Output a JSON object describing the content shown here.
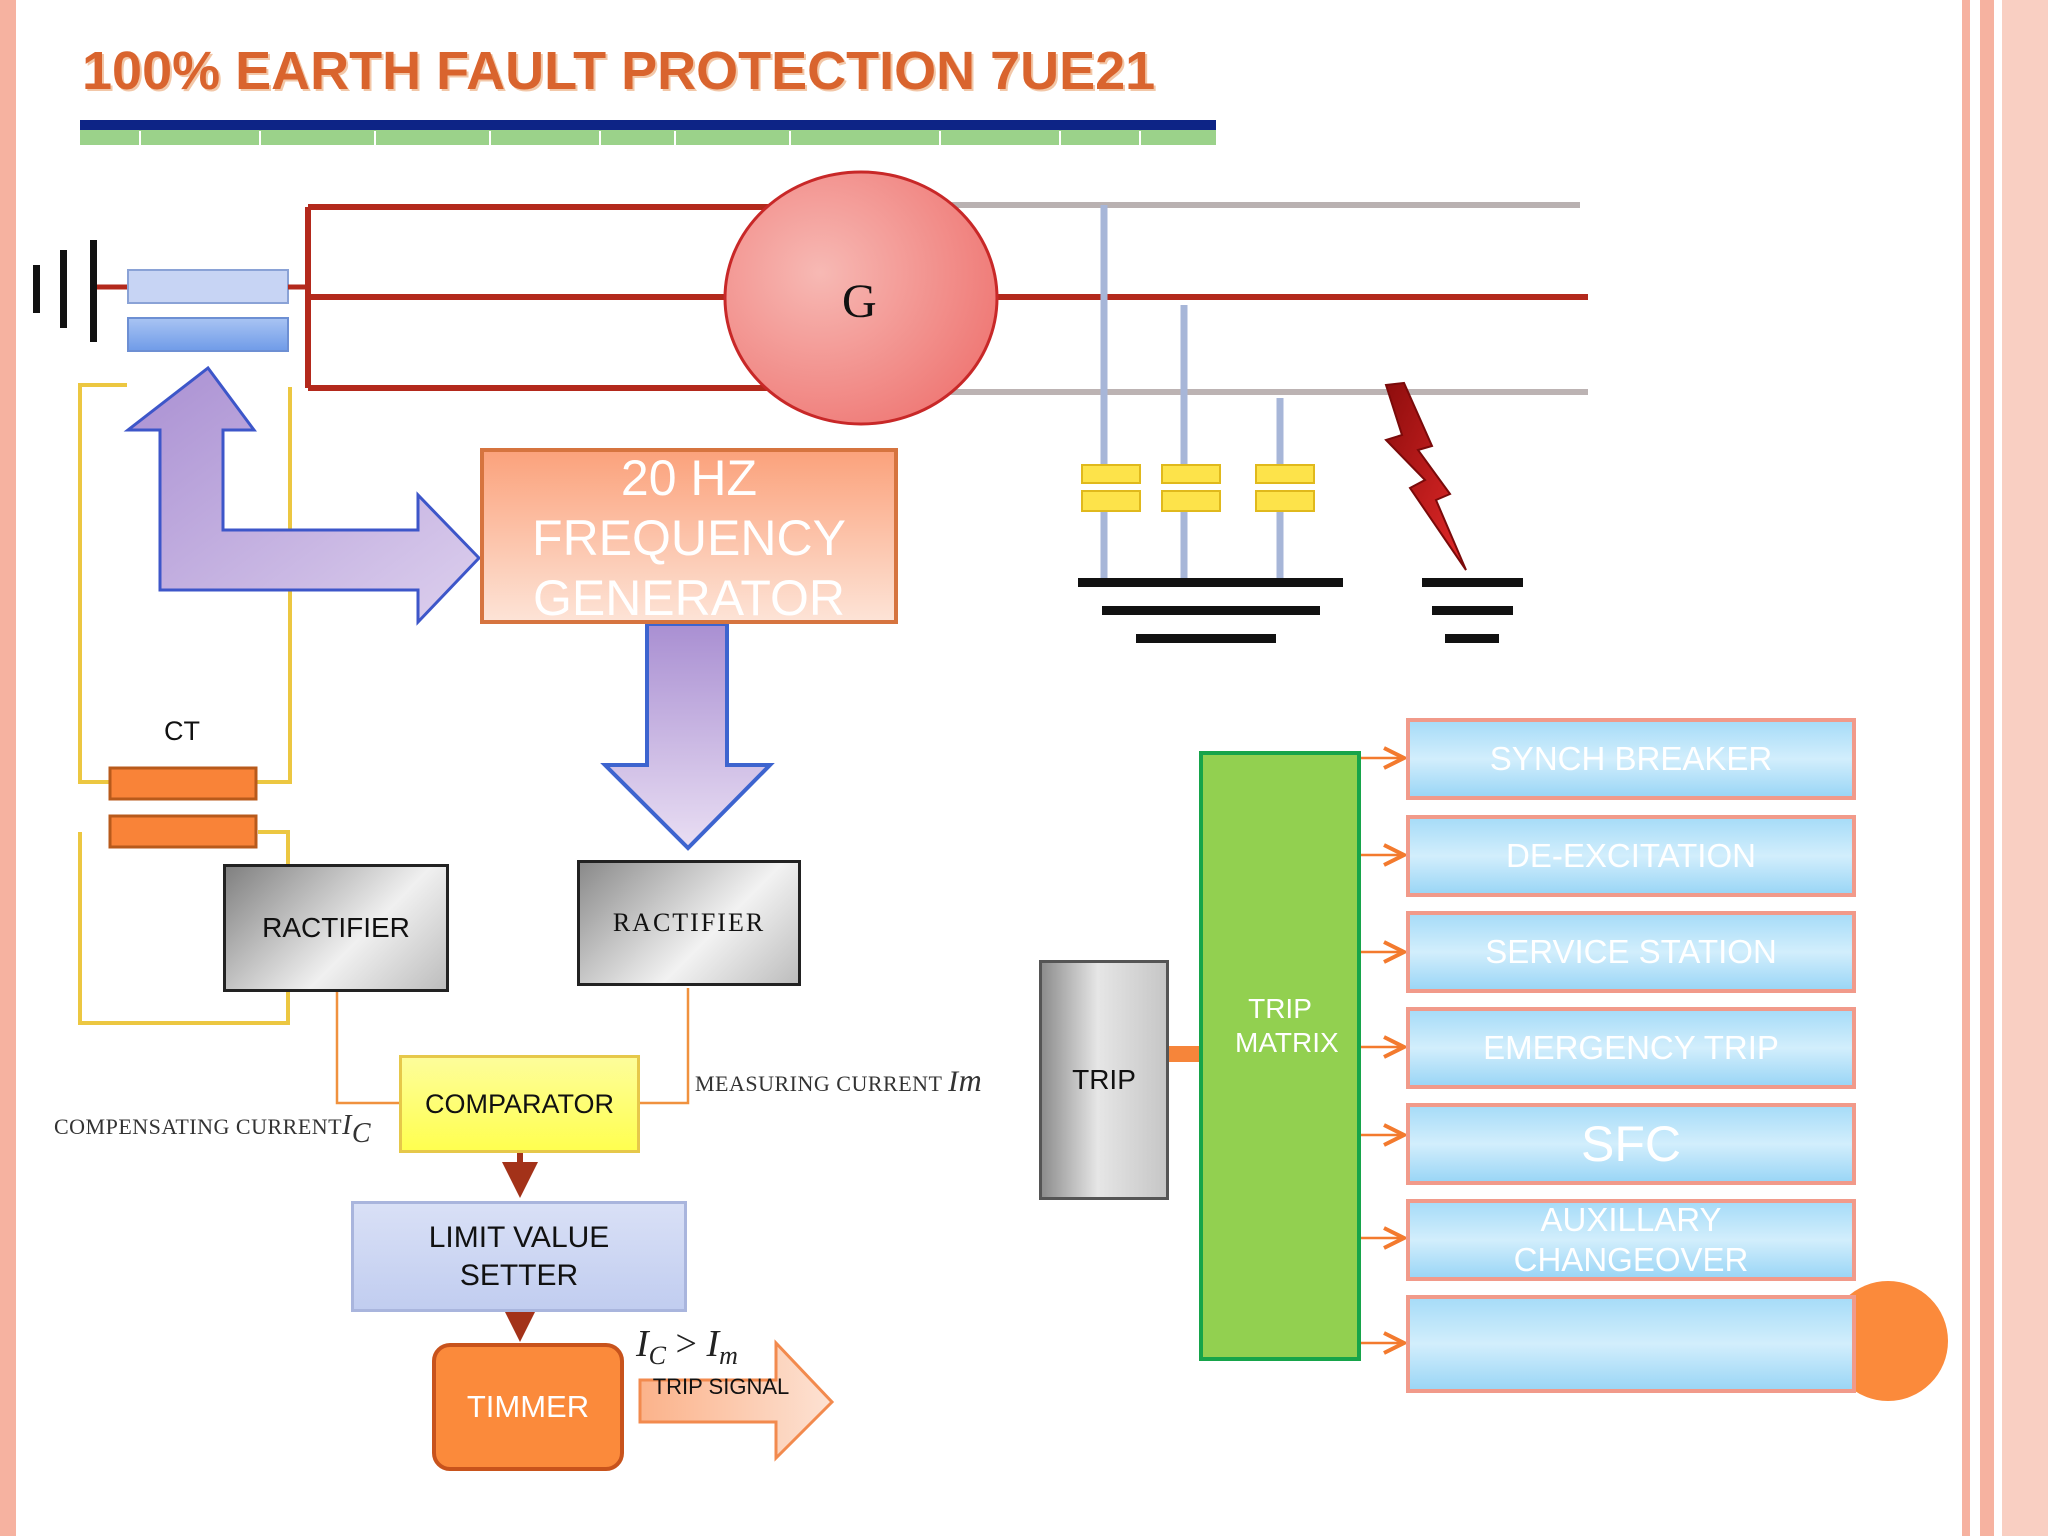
{
  "title": "100% EARTH FAULT PROTECTION 7UE21",
  "generator": {
    "label": "G"
  },
  "frequency_generator": {
    "label": "20 HZ FREQUENCY GENERATOR"
  },
  "ct": {
    "label": "CT"
  },
  "rectifier_left": {
    "label": "RACTIFIER"
  },
  "rectifier_right": {
    "label": "RACTIFIER"
  },
  "comparator": {
    "label": "COMPARATOR"
  },
  "measuring_current": {
    "label": "MEASURING CURRENT",
    "symbol": "I",
    "subscript": "m"
  },
  "compensating_current": {
    "label": "COMPENSATING CURRENT",
    "symbol": "I",
    "subscript": "C"
  },
  "limit_value_setter": {
    "label": "LIMIT VALUE SETTER"
  },
  "timer": {
    "label": "TIMMER"
  },
  "trip_signal": {
    "label": "TRIP SIGNAL"
  },
  "condition": {
    "left": "I",
    "left_sub": "C",
    "op": ">",
    "right": "I",
    "right_sub": "m"
  },
  "trip": {
    "label": "TRIP"
  },
  "trip_matrix": {
    "label": "TRIP MATRIX"
  },
  "outputs": [
    "SYNCH BREAKER",
    "DE-EXCITATION",
    "SERVICE STATION",
    "EMERGENCY TRIP",
    "SFC",
    "AUXILLARY CHANGEOVER",
    ""
  ],
  "colors": {
    "title": "#d9642e",
    "bus_line": "#b3291c",
    "arrow_fill": "#c8b4e2",
    "trip_matrix": "#92d050",
    "output_box": "#a7dcf8",
    "timer": "#fb8a3b",
    "fault_bolt": "#cc1a1a"
  }
}
